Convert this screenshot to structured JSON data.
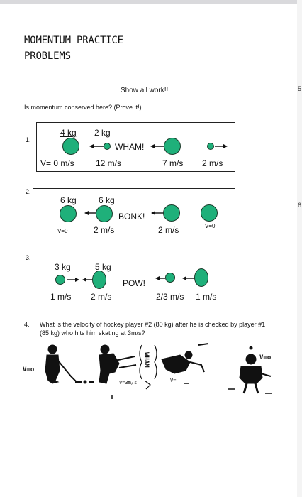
{
  "header": {
    "title_line1": "MOMENTUM PRACTICE",
    "title_line2": "PROBLEMS",
    "instruction": "Show all work!!",
    "question": "Is momentum conserved here? (Prove it!)"
  },
  "gutter": {
    "mark_a": "5",
    "mark_b": "6"
  },
  "problem1": {
    "number": "1.",
    "mass_left": "4 kg",
    "mass_right": "2 kg",
    "sound": "WHAM!",
    "v1": "V= 0 m/s",
    "v2": "12 m/s",
    "v3": "7 m/s",
    "v4": "2 m/s"
  },
  "problem2": {
    "number": "2.",
    "mass_left": "6 kg",
    "mass_right": "6 kg",
    "sound": "BONK!",
    "v1": "V=0",
    "v2": "2 m/s",
    "v3": "2 m/s",
    "v4": "V=0"
  },
  "problem3": {
    "number": "3.",
    "mass_left": "3 kg",
    "mass_right": "5 kg",
    "sound": "POW!",
    "v1": "1 m/s",
    "v2": "2 m/s",
    "v3": "2/3 m/s",
    "v4": "1 m/s"
  },
  "problem4": {
    "number": "4.",
    "text": "What is the velocity of hockey player #2 (80 kg) after he is checked by player #1 (85 kg) who hits him skating at 3m/s?",
    "sketch_labels": {
      "v_left": "V=o",
      "v_right": "V=o",
      "v_mid": "V=3m/s",
      "v_small": "V=",
      "sound": "WHAM"
    }
  },
  "colors": {
    "ball": "#1fb07a",
    "ink": "#111111"
  }
}
